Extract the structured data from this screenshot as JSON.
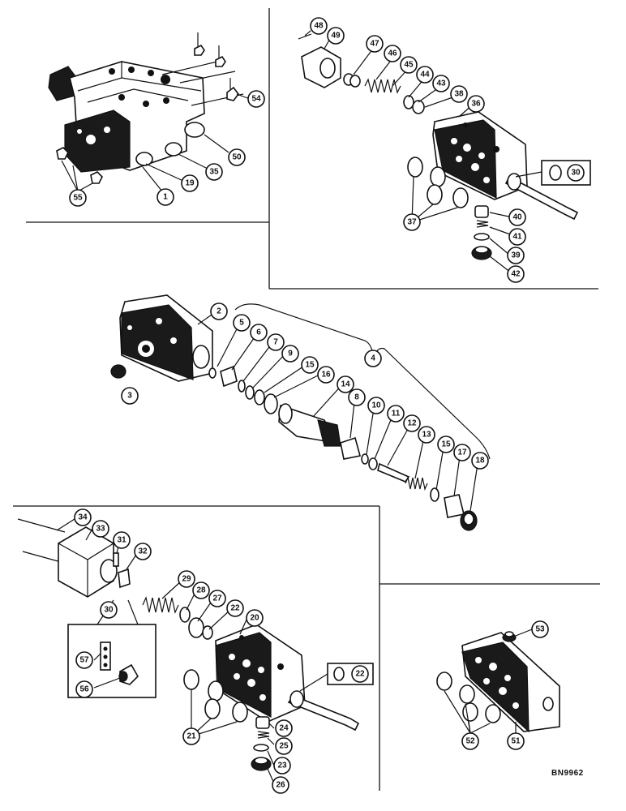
{
  "reference_code": "BN9962",
  "callouts": {
    "top_left": [
      "54",
      "50",
      "35",
      "19",
      "1",
      "55"
    ],
    "top_right": [
      "48",
      "49",
      "47",
      "46",
      "45",
      "44",
      "43",
      "38",
      "36",
      "30",
      "37",
      "40",
      "41",
      "39",
      "42"
    ],
    "middle": [
      "2",
      "3",
      "5",
      "6",
      "7",
      "9",
      "15",
      "16",
      "4",
      "14",
      "8",
      "10",
      "11",
      "12",
      "13",
      "15",
      "17",
      "18"
    ],
    "bottom_left": [
      "34",
      "33",
      "31",
      "32",
      "29",
      "28",
      "27",
      "22",
      "20",
      "30",
      "57",
      "56",
      "22",
      "24",
      "25",
      "21",
      "23",
      "26"
    ],
    "bottom_right": [
      "53",
      "52",
      "51"
    ]
  }
}
